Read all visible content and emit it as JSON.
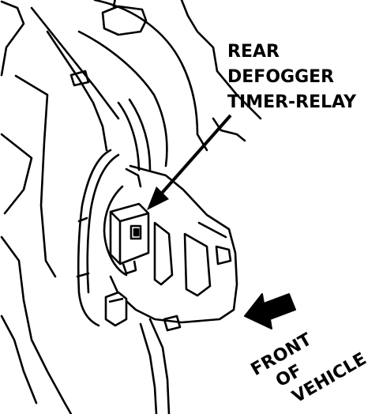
{
  "diagram": {
    "callout": {
      "lines": [
        "REAR",
        "DEFOGGER",
        "TIMER-RELAY"
      ]
    },
    "direction_label": {
      "lines": [
        "FRONT",
        "OF",
        "VEHICLE"
      ]
    },
    "colors": {
      "ink": "#000000",
      "paper": "#ffffff"
    }
  }
}
